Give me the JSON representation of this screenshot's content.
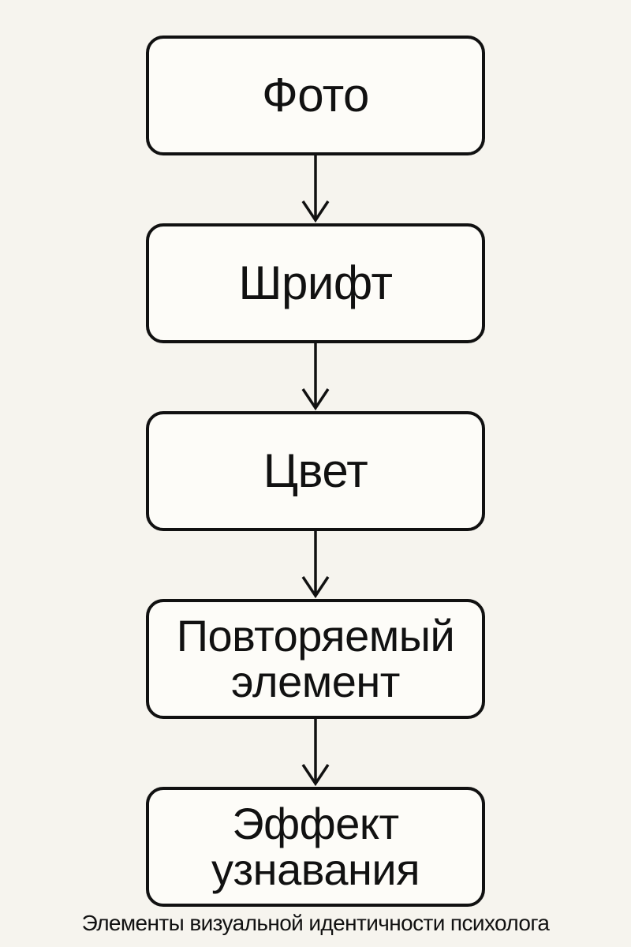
{
  "diagram": {
    "caption": "Элементы визуальной идентичности психолога",
    "nodes": [
      {
        "id": "photo",
        "label": "Фото"
      },
      {
        "id": "font",
        "label": "Шрифт"
      },
      {
        "id": "color",
        "label": "Цвет"
      },
      {
        "id": "repeating-element",
        "label": "Повторяемый элемент"
      },
      {
        "id": "recognition-effect",
        "label": "Эффект узнавания"
      }
    ],
    "colors": {
      "background": "#f6f4ee",
      "node_fill": "#fdfcf8",
      "stroke": "#111111",
      "text": "#111111"
    }
  }
}
